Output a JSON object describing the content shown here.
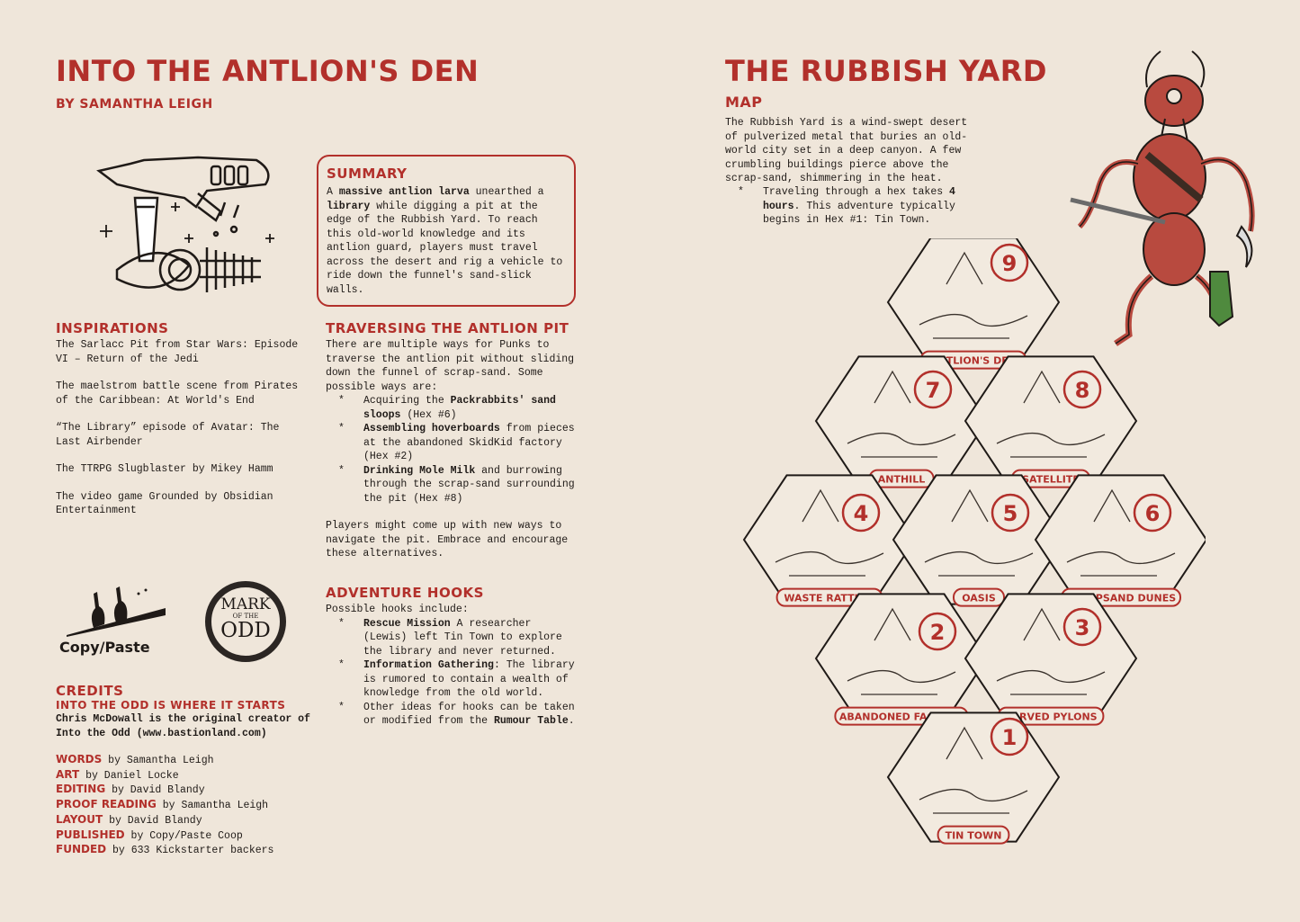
{
  "left": {
    "title": "INTO THE ANTLION'S DEN",
    "byline": "BY SAMANTHA LEIGH",
    "summary": {
      "heading": "SUMMARY",
      "parts": [
        {
          "t": "A ",
          "b": false
        },
        {
          "t": "massive antlion larva",
          "b": true
        },
        {
          "t": " unearthed a ",
          "b": false
        },
        {
          "t": "library",
          "b": true
        },
        {
          "t": " while digging a pit at the edge of the Rubbish Yard. To reach this old-world knowledge and its antlion guard, players must travel across the desert and rig a vehicle to ride down the funnel's sand-slick walls.",
          "b": false
        }
      ]
    },
    "inspirations": {
      "heading": "INSPIRATIONS",
      "items": [
        "The Sarlacc Pit from Star Wars: Episode VI – Return of the Jedi",
        "The maelstrom battle scene from Pirates of the Caribbean: At World's End",
        "“The Library” episode of Avatar: The Last Airbender",
        "The TTRPG Slugblaster by Mikey Hamm",
        "The video game Grounded by Obsidian Entertainment"
      ]
    },
    "traversing": {
      "heading": "TRAVERSING THE ANTLION PIT",
      "intro": "There are multiple ways for Punks to traverse the antlion pit without sliding down the funnel of scrap-sand. Some possible ways are:",
      "items": [
        {
          "pre": "Acquiring the ",
          "bold": "Packrabbits' sand sloops",
          "post": " (Hex #6)"
        },
        {
          "pre": "",
          "bold": "Assembling hoverboards",
          "post": " from pieces at the abandoned SkidKid factory (Hex #2)"
        },
        {
          "pre": "",
          "bold": "Drinking Mole Milk",
          "post": " and burrowing through the scrap-sand surrounding the pit (Hex #8)"
        }
      ],
      "outro": "Players might come up with new ways to navigate the pit. Embrace and encourage these alternatives."
    },
    "hooks": {
      "heading": "ADVENTURE HOOKS",
      "intro": "Possible hooks include:",
      "items": [
        {
          "pre": "",
          "bold": "Rescue Mission",
          "post": " A researcher (Lewis) left Tin Town to explore the library and never returned."
        },
        {
          "pre": "",
          "bold": "Information Gathering",
          "post": ": The library is rumored to contain a wealth of knowledge from the old world."
        },
        {
          "pre": "Other ideas for hooks can be taken or modified from the ",
          "bold": "Rumour Table",
          "post": "."
        }
      ]
    },
    "logos": {
      "copy_paste": "Copy/Paste",
      "mark_top": "MARK",
      "mark_mid": "OF THE",
      "mark_bottom": "ODD"
    },
    "credits": {
      "heading": "CREDITS",
      "subheading": "INTO THE ODD IS WHERE IT STARTS",
      "note": "Chris McDowall is the original creator of Into the Odd (www.bastionland.com)",
      "lines": [
        {
          "k": "WORDS",
          "v": " by Samantha Leigh"
        },
        {
          "k": "ART",
          "v": " by Daniel Locke"
        },
        {
          "k": "EDITING",
          "v": " by David Blandy"
        },
        {
          "k": "PROOF READING",
          "v": " by Samantha Leigh"
        },
        {
          "k": "LAYOUT",
          "v": " by David Blandy"
        },
        {
          "k": "PUBLISHED",
          "v": " by Copy/Paste Coop"
        },
        {
          "k": "FUNDED",
          "v": " by 633 Kickstarter backers"
        }
      ]
    }
  },
  "right": {
    "title": "THE RUBBISH YARD",
    "map_heading": "MAP",
    "map_text": "The Rubbish Yard is a wind-swept desert of pulverized metal that buries an old-world city set in a deep canyon. A few crumbling buildings pierce above the scrap-sand, shimmering in the heat.",
    "bullet_pre": "Traveling through a hex takes ",
    "bullet_bold": "4 hours",
    "bullet_post": ". This adventure typically begins in Hex #1: Tin Town.",
    "hexes": [
      {
        "num": "9",
        "label": "ANTLION'S DEN"
      },
      {
        "num": "7",
        "label": "ANTHILL"
      },
      {
        "num": "8",
        "label": "SATELLITE"
      },
      {
        "num": "4",
        "label": "WASTE RATTLER"
      },
      {
        "num": "5",
        "label": "OASIS"
      },
      {
        "num": "6",
        "label": "SCRAPSAND DUNES"
      },
      {
        "num": "2",
        "label": "ABANDONED FACTORY"
      },
      {
        "num": "3",
        "label": "CARVED PYLONS"
      },
      {
        "num": "1",
        "label": "TIN TOWN"
      }
    ]
  },
  "colors": {
    "accent": "#b2302b",
    "paper": "#efe6da",
    "ink": "#1f1a17",
    "boot": "#4f8a3e"
  }
}
